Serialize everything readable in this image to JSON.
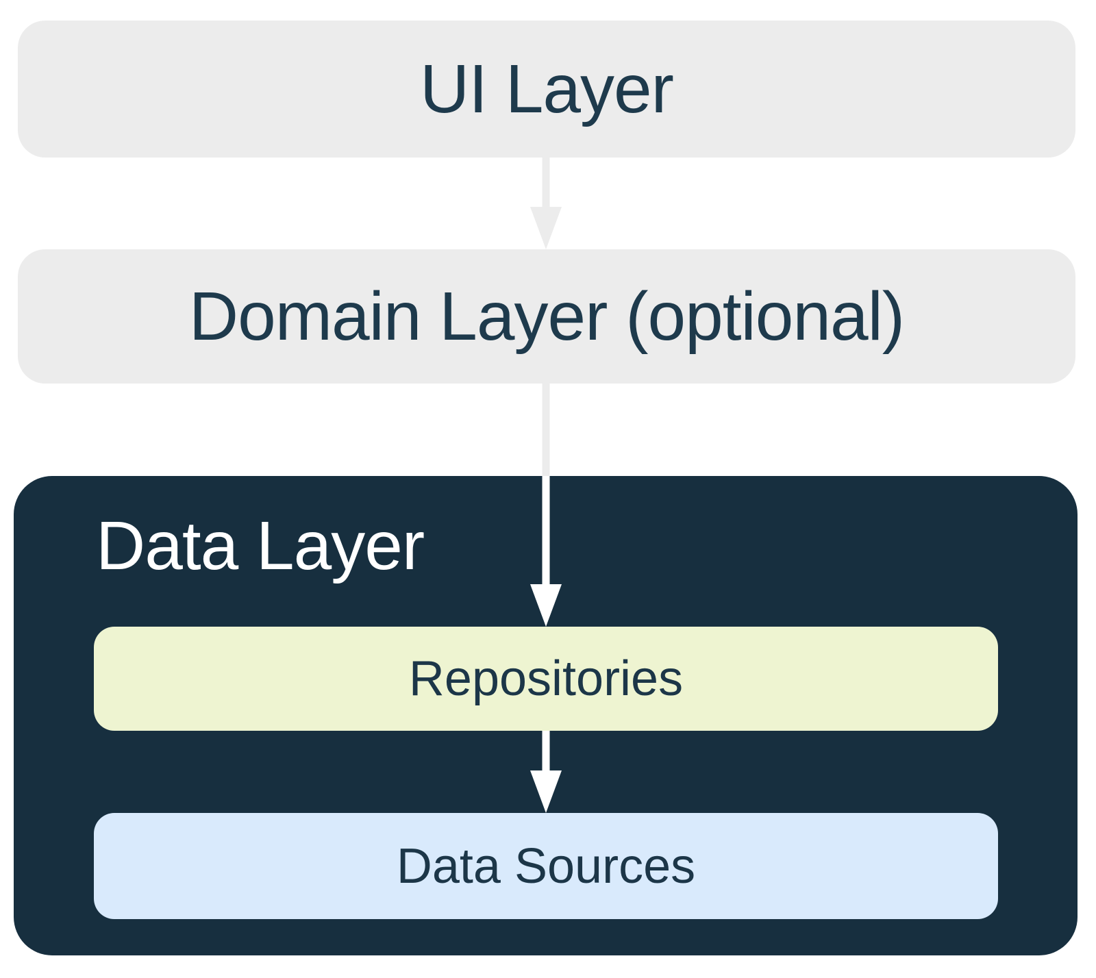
{
  "nodes": {
    "ui_layer": {
      "label": "UI Layer"
    },
    "domain_layer": {
      "label": "Domain Layer (optional)"
    },
    "data_layer": {
      "label": "Data Layer"
    },
    "repositories": {
      "label": "Repositories"
    },
    "data_sources": {
      "label": "Data Sources"
    }
  },
  "edges": [
    {
      "from": "UI Layer",
      "to": "Domain Layer (optional)"
    },
    {
      "from": "Domain Layer (optional)",
      "to": "Repositories"
    },
    {
      "from": "Repositories",
      "to": "Data Sources"
    }
  ],
  "colors": {
    "layer_box_gray": "#ECECEC",
    "data_layer_navy": "#172F3F",
    "repositories_green": "#EEF4D1",
    "data_sources_blue": "#D9EAFC",
    "text_navy": "#1E3A4C",
    "title_white": "#FFFFFF",
    "arrow_gray": "#ECECEC",
    "arrow_white": "#FFFFFF"
  }
}
